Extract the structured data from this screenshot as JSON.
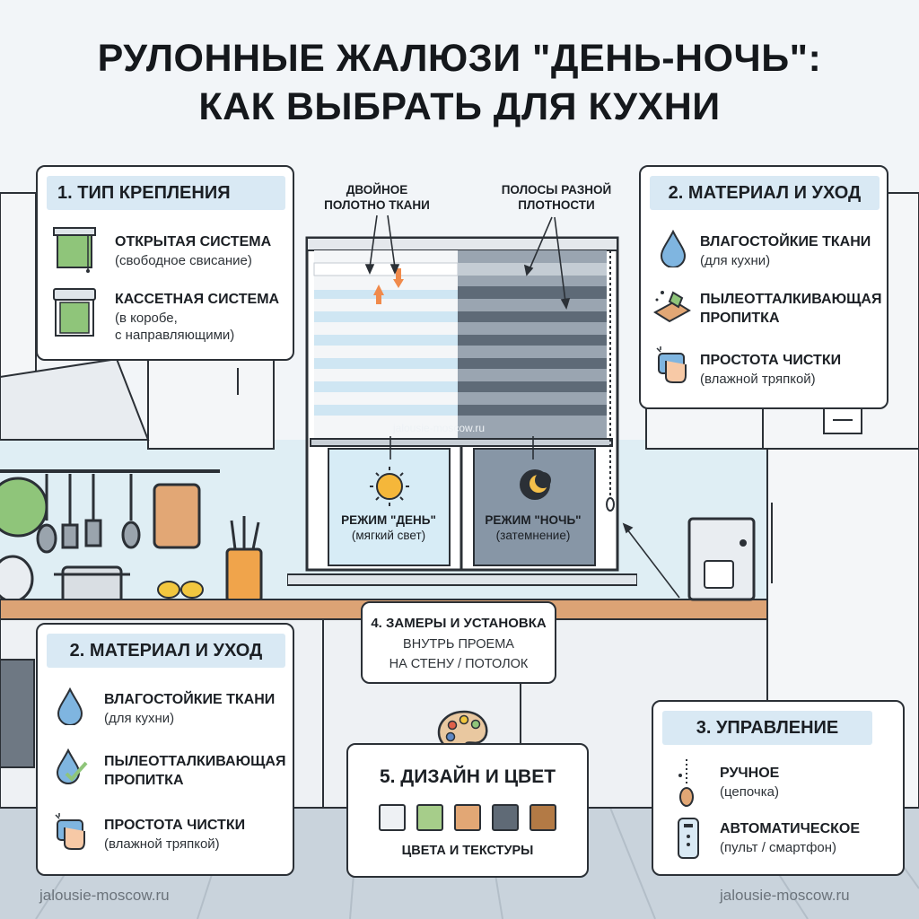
{
  "title": {
    "line1": "РУЛОННЫЕ ЖАЛЮЗИ \"ДЕНЬ-НОЧЬ\":",
    "line2": "КАК ВЫБРАТЬ ДЛЯ КУХНИ"
  },
  "mount": {
    "header": "1. ТИП КРЕПЛЕНИЯ",
    "items": [
      {
        "title": "ОТКРЫТАЯ СИСТЕМА",
        "sub1": "(свободное свисание)",
        "sub2": ""
      },
      {
        "title": "КАССЕТНАЯ СИСТЕМА",
        "sub1": "(в коробе,",
        "sub2": "с направляющими)"
      }
    ]
  },
  "material_right": {
    "header": "2. МАТЕРИАЛ И УХОД",
    "items": [
      {
        "title": "ВЛАГОСТОЙКИЕ ТКАНИ",
        "title2": "",
        "sub": "(для кухни)"
      },
      {
        "title": "ПЫЛЕОТТАЛКИВАЮЩАЯ",
        "title2": "ПРОПИТКА",
        "sub": ""
      },
      {
        "title": "ПРОСТОТА ЧИСТКИ",
        "title2": "",
        "sub": "(влажной тряпкой)"
      }
    ]
  },
  "material_left": {
    "header": "2. МАТЕРИАЛ И УХОД",
    "items": [
      {
        "title": "ВЛАГОСТОЙКИЕ ТКАНИ",
        "title2": "",
        "sub": "(для кухни)"
      },
      {
        "title": "ПЫЛЕОТТАЛКИВАЮЩАЯ",
        "title2": "ПРОПИТКА",
        "sub": ""
      },
      {
        "title": "ПРОСТОТА ЧИСТКИ",
        "title2": "",
        "sub": "(влажной тряпкой)"
      }
    ]
  },
  "window": {
    "label_double_1": "ДВОЙНОЕ",
    "label_double_2": "ПОЛОТНО ТКАНИ",
    "label_stripes_1": "ПОЛОСЫ РАЗНОЙ",
    "label_stripes_2": "ПЛОТНОСТИ",
    "watermark": "jalousie-moscow.ru",
    "day_title": "РЕЖИМ \"ДЕНЬ\"",
    "day_sub": "(мягкий свет)",
    "night_title": "РЕЖИМ \"НОЧЬ\"",
    "night_sub": "(затемнение)"
  },
  "measure": {
    "header": "4. ЗАМЕРЫ И УСТАНОВКА",
    "line1": "ВНУТРЬ ПРОЕМА",
    "line2": "НА СТЕНУ / ПОТОЛОК"
  },
  "design": {
    "header": "5. ДИЗАЙН И ЦВЕТ",
    "caption": "ЦВЕТА И ТЕКСТУРЫ",
    "swatches": [
      "#eef1f4",
      "#a6cd8a",
      "#e2a775",
      "#5f6a76",
      "#b37a45"
    ]
  },
  "control": {
    "header": "3. УПРАВЛЕНИЕ",
    "items": [
      {
        "title": "РУЧНОЕ",
        "sub": "(цепочка)"
      },
      {
        "title": "АВТОМАТИЧЕСКОЕ",
        "sub": "(пульт / смартфон)"
      }
    ]
  },
  "footer": {
    "left": "jalousie-moscow.ru",
    "right": "jalousie-moscow.ru"
  },
  "colors": {
    "accent_blue": "#d9e9f4",
    "outline": "#2b3036",
    "countertop": "#dca375",
    "green_blind": "#8fc57a"
  }
}
